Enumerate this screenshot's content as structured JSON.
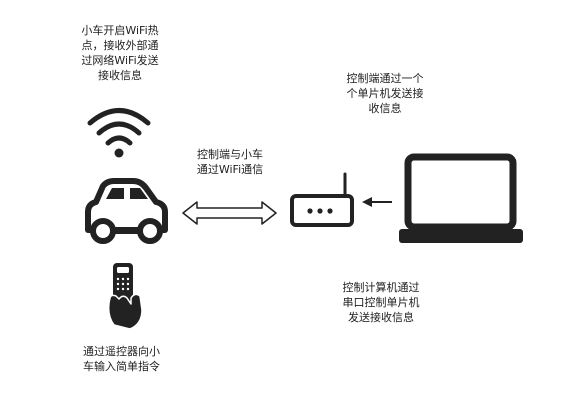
{
  "labels": {
    "car_wifi": "小车开启WiFi热\n点，接收外部通\n过网络WiFi发送\n接收信息",
    "controller_mcu": "控制端通过一个\n个单片机发送接\n收信息",
    "control_wifi": "控制端与小车\n通过WiFi通信",
    "pc_serial": "控制计算机通过\n串口控制单片机\n发送接收信息",
    "remote_input": "通过遥控器向小\n车输入简单指令"
  },
  "colors": {
    "ink": "#222222",
    "background": "#ffffff"
  },
  "icons": [
    "wifi-icon",
    "car-icon",
    "double-arrow-icon",
    "router-icon",
    "arrow-left-icon",
    "laptop-icon",
    "remote-control-icon"
  ]
}
